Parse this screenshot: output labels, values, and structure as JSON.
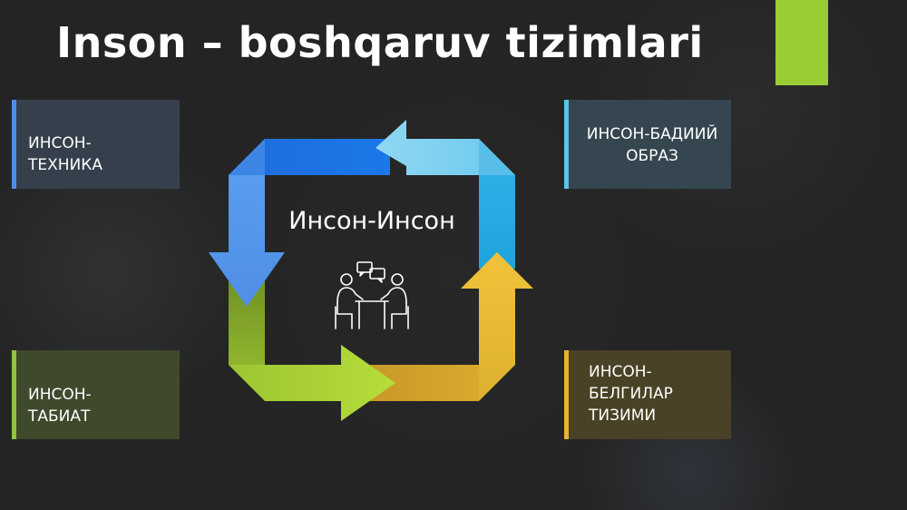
{
  "slide": {
    "title": "Inson – boshqaruv tizimlari",
    "center_label": "Инсон-Инсон",
    "center_icon": "people-meeting-icon",
    "boxes": {
      "top_left": "ИНСОН-\nТЕХНИКА",
      "bottom_left": "ИНСОН-\nТАБИАТ",
      "top_right": "ИНСОН-БАДИИЙ\nОБРАЗ",
      "bottom_right": "ИНСОН-\nБЕЛГИЛАР\nТИЗИМИ"
    },
    "colors": {
      "background": "#242424",
      "accent": "#9acd32",
      "blue": "#4b8fe8",
      "light_blue": "#5bc4ec",
      "green": "#8ec63f",
      "yellow": "#e6b62e"
    }
  }
}
